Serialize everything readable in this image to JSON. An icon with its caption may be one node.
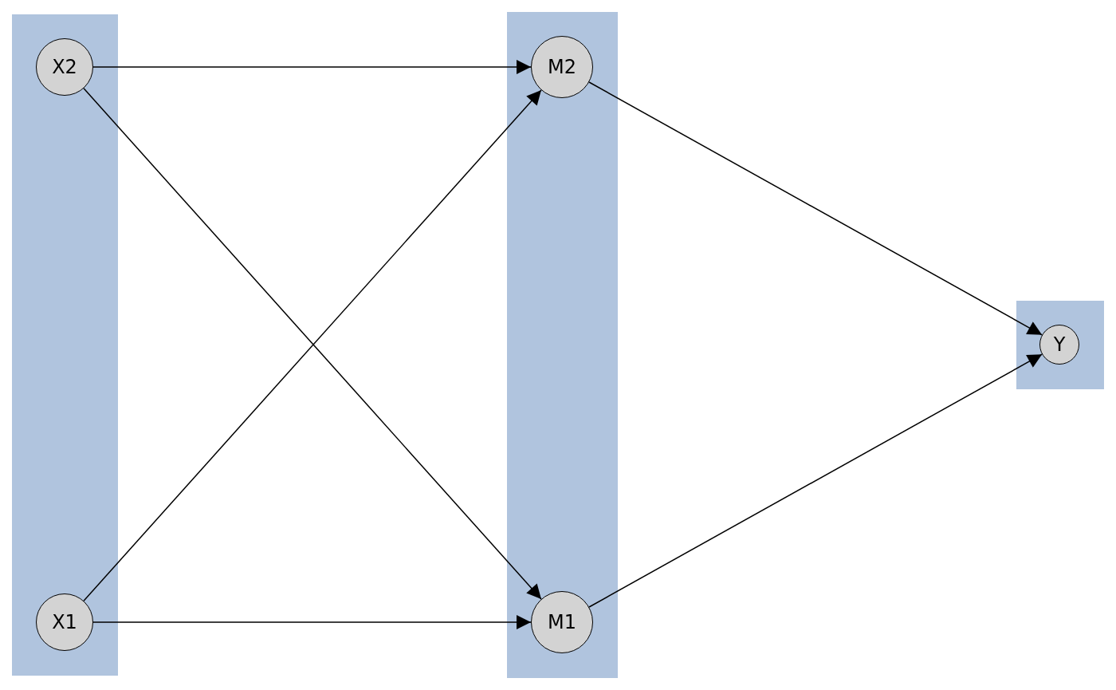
{
  "diagram": {
    "nodes": [
      {
        "text": [],
        "shape": "box"
      },
      {
        "text": [
          "X2"
        ],
        "in": 0
      },
      {
        "text": [
          "X1"
        ],
        "in": 0
      },
      {
        "text": [],
        "shape": "box"
      },
      {
        "text": [
          "M2"
        ],
        "in": 3
      },
      {
        "text": [
          "M1"
        ],
        "in": 3
      },
      {
        "text": [],
        "shape": "box"
      },
      {
        "text": [
          "Y"
        ],
        "in": 6
      }
    ],
    "edges": [
      {
        "from": 1,
        "to": 4,
        "arrow": "to"
      },
      {
        "from": 1,
        "to": 5,
        "arrow": "to"
      },
      {
        "from": 2,
        "to": 4,
        "arrow": "to"
      },
      {
        "from": 2,
        "to": 5,
        "arrow": "to"
      },
      {
        "from": 4,
        "to": 7,
        "arrow": "to"
      },
      {
        "from": 5,
        "to": 7,
        "arrow": "to"
      }
    ]
  }
}
